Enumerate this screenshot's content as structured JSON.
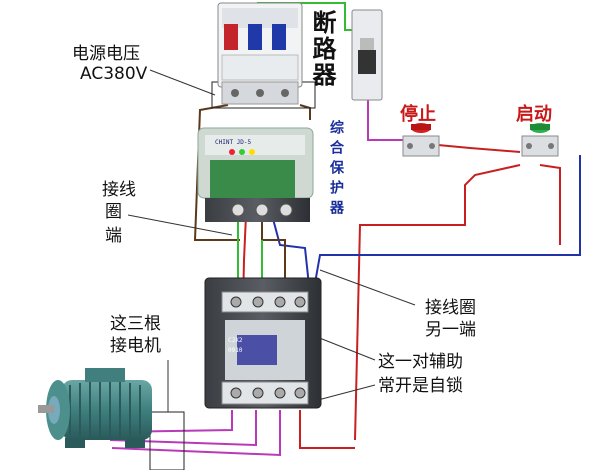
{
  "labels": {
    "supply_voltage": "电源电压",
    "supply_ac": "AC380V",
    "breaker": "断路器",
    "protector": "综合保护器",
    "stop": "停止",
    "start": "启动",
    "coil_terminal_a": "接线",
    "coil_terminal_b": "圈",
    "coil_terminal_c": "端",
    "coil_other_a": "接线圈",
    "coil_other_b": "另一端",
    "three_wires_a": "这三根",
    "three_wires_b": "接电机",
    "aux_contact_a": "这一对辅助",
    "aux_contact_b": "常开是自锁"
  },
  "device_text": {
    "protector_brand": "CHINT JD-5",
    "contactor_model": "CJX2",
    "contactor_sub": "0910"
  },
  "colors": {
    "wire_red": "#c82020",
    "wire_blue": "#2233aa",
    "wire_green": "#33bb33",
    "wire_purple": "#b93ab9",
    "wire_brown": "#5a3a1a",
    "stop_button": "#d81e1e",
    "start_button": "#2bb24a",
    "label_blue": "#1b2f9c"
  }
}
